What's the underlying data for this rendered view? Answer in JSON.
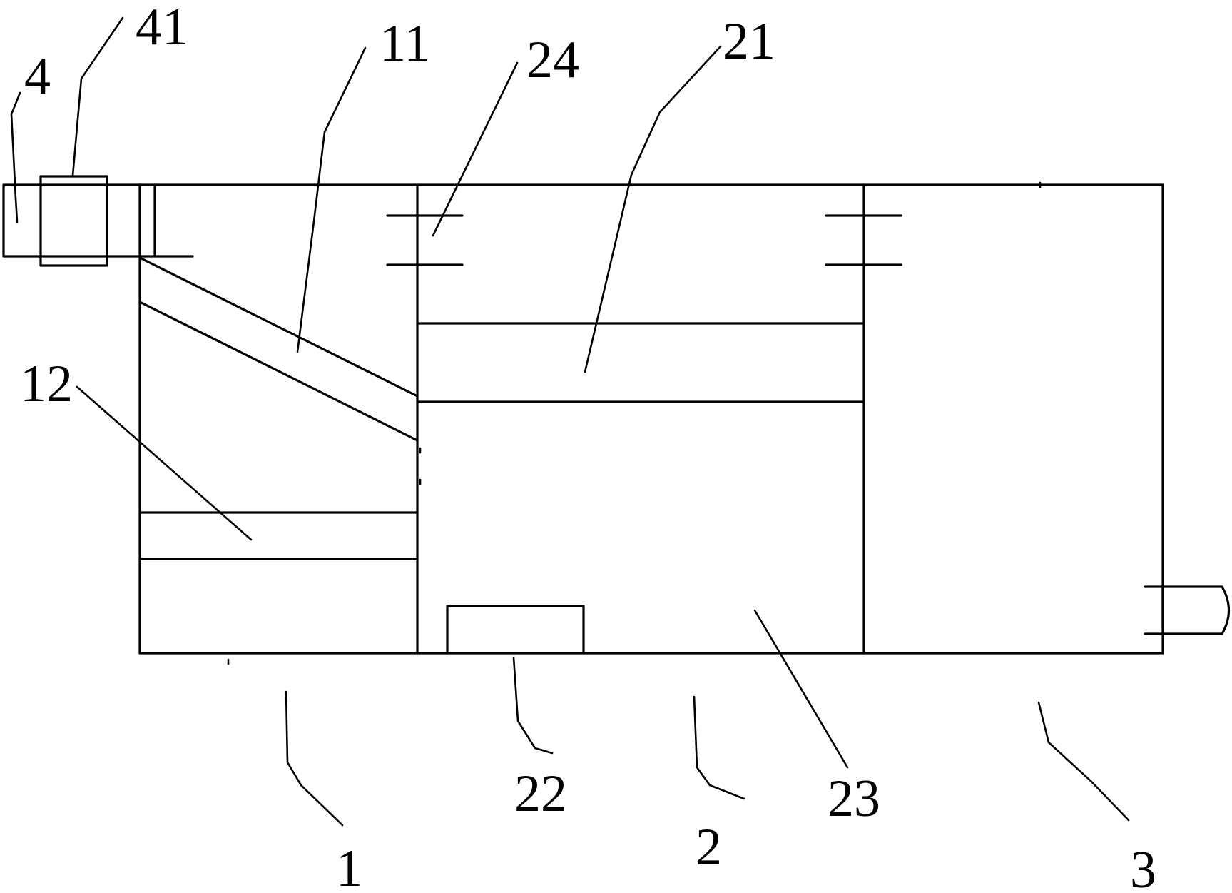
{
  "figure": {
    "labels": {
      "l4": "4",
      "l41": "41",
      "l11": "11",
      "l24": "24",
      "l21": "21",
      "l12": "12",
      "l1": "1",
      "l22": "22",
      "l2": "2",
      "l23": "23",
      "l3": "3"
    }
  }
}
